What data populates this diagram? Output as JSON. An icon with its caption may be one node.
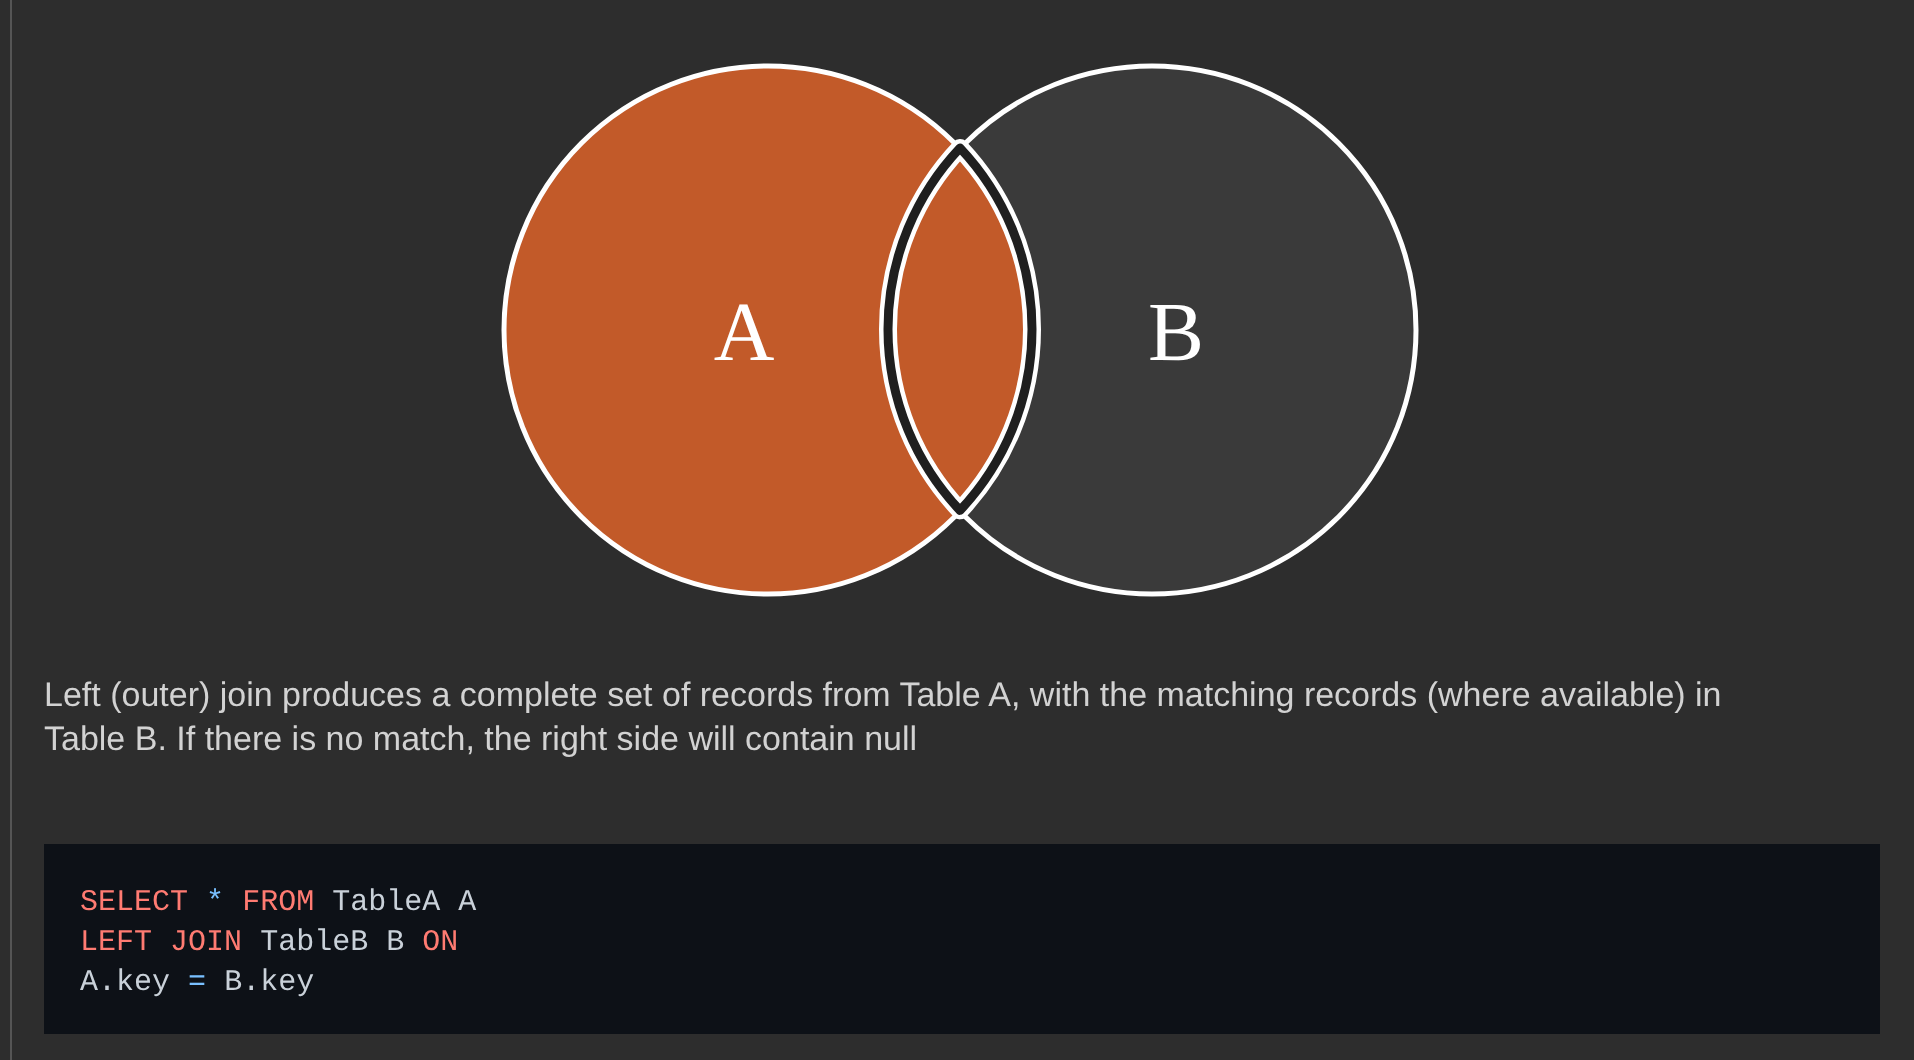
{
  "diagram": {
    "nodes": [
      {
        "text": [
          "A"
        ]
      },
      {
        "text": [
          "B"
        ]
      }
    ],
    "labels": [
      "Left (outer) join produces a complete set of records from Table A, with the matching records (where available) in Table B. If there is no match, the right side will contain null",
      "SELECT * FROM TableA A",
      "LEFT JOIN TableB B ON",
      "A.key = B.key"
    ]
  }
}
